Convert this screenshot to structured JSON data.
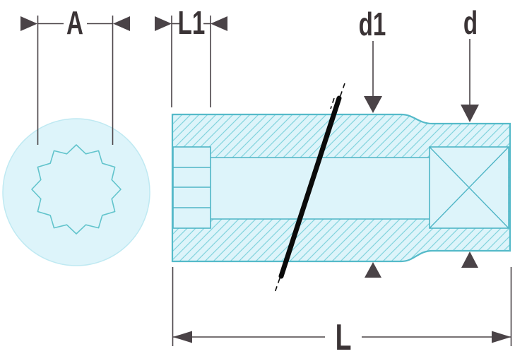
{
  "diagram": {
    "type": "technical-drawing",
    "subject": "Socket tool: front view of 12-point opening and hatched longitudinal cross-section with square drive end",
    "labels": {
      "A": "A",
      "L1": "L1",
      "d1": "d1",
      "d": "d",
      "L": "L"
    },
    "label_meanings": {
      "A": "opening width across front face",
      "L1": "opening depth at mouth",
      "d1": "outer diameter of socket body",
      "d": "outer diameter at drive end",
      "L": "overall length"
    },
    "colors": {
      "background": "#ffffff",
      "part_fill": "#ddf4fa",
      "part_outline": "#55bac9",
      "inner_lines": "#4fb5c6",
      "hatch_lines": "#82d4de",
      "dimension_lines": "#4a4347",
      "label_text": "#3a3335",
      "break_line": "#0b0b0b"
    }
  }
}
